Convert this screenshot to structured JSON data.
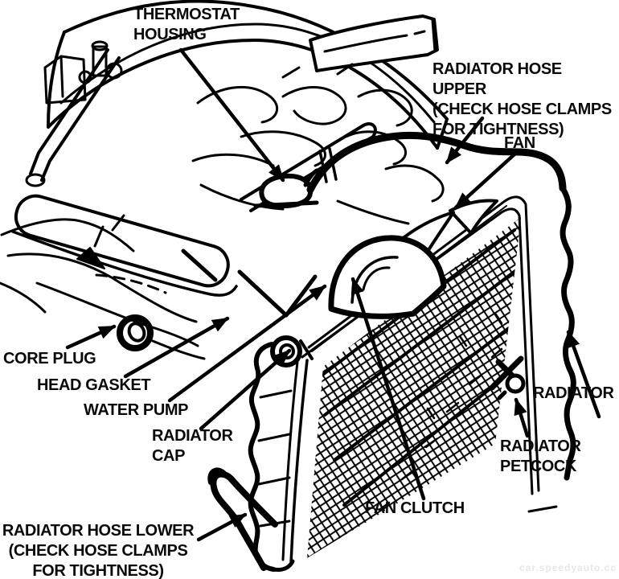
{
  "diagram": {
    "type": "engine-cooling-system-diagram",
    "labels": {
      "thermostat_housing": "THERMOSTAT\nHOUSING",
      "radiator_hose_upper": "RADIATOR HOSE UPPER\n(CHECK HOSE CLAMPS\nFOR TIGHTNESS)",
      "fan": "FAN",
      "core_plug": "CORE PLUG",
      "head_gasket": "HEAD GASKET",
      "water_pump": "WATER PUMP",
      "radiator_cap": "RADIATOR\nCAP",
      "radiator_hose_lower": "RADIATOR HOSE LOWER\n(CHECK HOSE CLAMPS\nFOR TIGHTNESS)",
      "fan_clutch": "FAN CLUTCH",
      "radiator_petcock": "RADIATOR\nPETCOCK",
      "radiator": "RADIATOR"
    },
    "watermark": "car.speedyauto.cc",
    "colors": {
      "line": "#000000",
      "background": "#ffffff",
      "watermark": "#e7e7e7"
    }
  }
}
